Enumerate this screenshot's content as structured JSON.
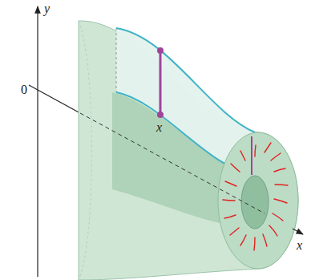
{
  "diagram": {
    "labels": [
      "y",
      "0",
      "x",
      "x"
    ]
  }
}
